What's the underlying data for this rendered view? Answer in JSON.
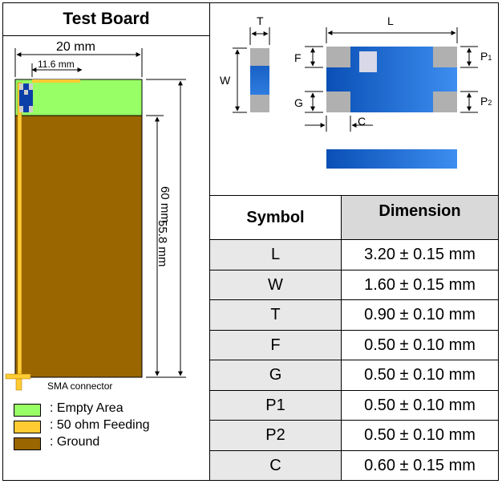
{
  "left_panel": {
    "title": "Test Board",
    "dim_width": "20 mm",
    "dim_feed_offset": "11.6 mm",
    "dim_height": "60 mm",
    "dim_ground_height": "55.8 mm",
    "connector_label": "SMA connector",
    "legend": [
      {
        "label": ": Empty Area",
        "color": "#99ff66"
      },
      {
        "label": ": 50 ohm Feeding",
        "color": "#ffcc33"
      },
      {
        "label": ": Ground",
        "color": "#996600"
      }
    ]
  },
  "component": {
    "labels": {
      "T": "T",
      "L": "L",
      "W": "W",
      "F": "F",
      "G": "G",
      "C": "C",
      "P1": "P",
      "P1_sub": "1",
      "P2": "P",
      "P2_sub": "2"
    },
    "colors": {
      "body_dark": "#0a4fb5",
      "body_light": "#3d8ef0",
      "terminal": "#b0b0b0"
    }
  },
  "table": {
    "headers": [
      "Symbol",
      "Dimension"
    ],
    "rows": [
      {
        "symbol": "L",
        "dimension": "3.20 ± 0.15 mm"
      },
      {
        "symbol": "W",
        "dimension": "1.60 ± 0.15 mm"
      },
      {
        "symbol": "T",
        "dimension": "0.90 ± 0.10 mm"
      },
      {
        "symbol": "F",
        "dimension": "0.50 ± 0.10 mm"
      },
      {
        "symbol": "G",
        "dimension": "0.50 ± 0.10 mm"
      },
      {
        "symbol": "P1",
        "dimension": "0.50 ± 0.10 mm"
      },
      {
        "symbol": "P2",
        "dimension": "0.50 ± 0.10 mm"
      },
      {
        "symbol": "C",
        "dimension": "0.60 ± 0.15 mm"
      }
    ],
    "header_bg": "#d9d9d9",
    "cell_bg": "#e8e8e8"
  }
}
